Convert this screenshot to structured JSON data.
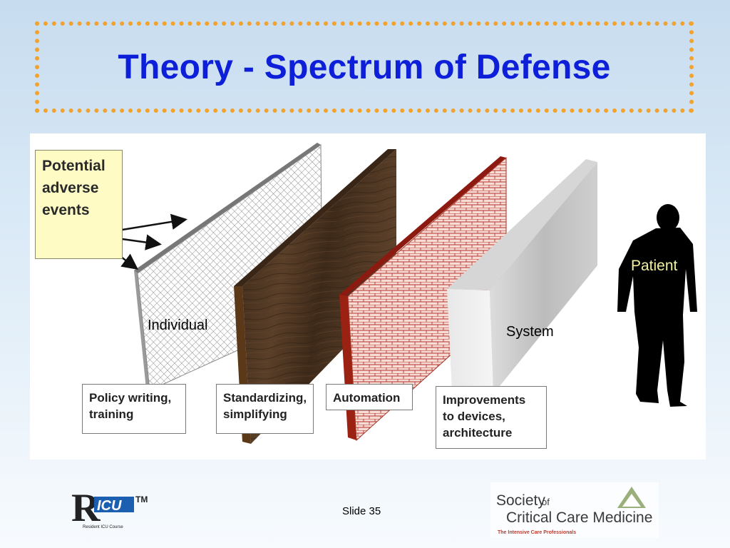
{
  "slide": {
    "title": "Theory - Spectrum of Defense",
    "slide_number": "Slide 35"
  },
  "diagram": {
    "events_label": "Potential adverse events",
    "patient_label": "Patient",
    "individual_label": "Individual",
    "system_label": "System",
    "callouts": [
      "Policy writing, training",
      "Standardizing, simplifying",
      "Automation",
      "Improvements to devices, architecture"
    ],
    "layers": [
      "mesh",
      "wood",
      "brick",
      "concrete"
    ]
  },
  "logos": {
    "left": {
      "mark": "RICU",
      "tm": "TM",
      "caption": "Resident ICU Course"
    },
    "right": {
      "line1": "Society",
      "line1_small": "of",
      "line2": "Critical Care Medicine",
      "tagline": "The Intensive Care Professionals"
    }
  },
  "colors": {
    "title": "#0d1fd8",
    "frame_dots": "#f2a22d",
    "sticky": "#fefcc4",
    "wood": "#4a3320",
    "brick": "#b01c10",
    "patient_text": "#f3f0a0"
  }
}
